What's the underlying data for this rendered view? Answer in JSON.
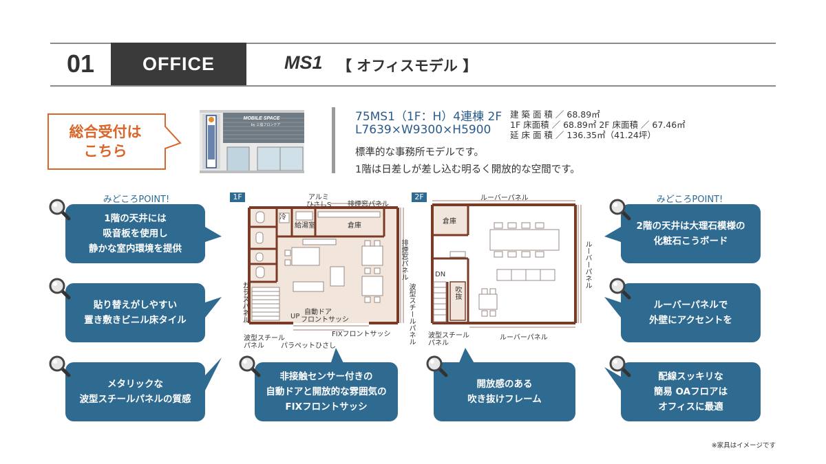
{
  "header": {
    "number": "01",
    "category": "OFFICE",
    "model": "MS1",
    "model_sub": "【 オフィスモデル 】"
  },
  "reception": {
    "line1": "総合受付は",
    "line2": "こちら",
    "sign_text": "MOBILE SPACE",
    "sign_sub": "by 三協フロンテア"
  },
  "spec": {
    "line1": "75MS1（1F：H）4連棟 2F",
    "line2": "L7639×W9300×H5900",
    "areas": [
      "建 築 面 積 ／ 68.89㎡",
      "1F 床面積 ／ 68.89㎡  2F 床面積 ／ 67.46㎡",
      "延 床 面 積 ／ 136.35㎡（41.24坪）"
    ],
    "desc1": "標準的な事務所モデルです。",
    "desc2": "1階は日差しが差し込む明るく開放的な空間です。"
  },
  "points": {
    "left_label": "みどころPOINT!",
    "right_label": "みどころPOINT!",
    "left": [
      [
        "1階の天井には",
        "吸音板を使用し",
        "静かな室内環境を提供"
      ],
      [
        "貼り替えがしやすい",
        "置き敷きビニル床タイル"
      ],
      [
        "メタリックな",
        "波型スチールパネルの質感"
      ]
    ],
    "right": [
      [
        "2階の天井は大理石模様の",
        "化粧石こうボード"
      ],
      [
        "ルーバーパネルで",
        "外壁にアクセントを"
      ],
      [
        "配線スッキリな",
        "簡易 OAフロアは",
        "オフィスに最適"
      ]
    ],
    "center": [
      [
        "非接触センサー付きの",
        "自動ドアと開放的な雰囲気の",
        "FIXフロントサッシ"
      ],
      [
        "開放感のある",
        "吹き抜けフレーム"
      ]
    ]
  },
  "plan1f": {
    "tag": "1F",
    "labels": {
      "alumi": "アルミ",
      "hisashi": "ひさしS",
      "haien_top": "排煙窓パネル",
      "reizo": "冷",
      "kyuto": "給湯室",
      "soko": "倉庫",
      "haien_side": "排煙窓パネル",
      "steel_side": "波型スチールパネル",
      "glass": "ガラスパネル",
      "up": "UP",
      "door1": "自動ドア",
      "door2": "フロントサッシ",
      "fix": "FIXフロントサッシ",
      "wave1": "波型スチール",
      "wave2": "パネル",
      "parapet": "パラペットひさし"
    }
  },
  "plan2f": {
    "tag": "2F",
    "labels": {
      "louver_top": "ルーバーパネル",
      "soko": "倉庫",
      "louver_side": "ルーバーパネル",
      "dn": "DN",
      "fukinuke": "吹抜",
      "wave1": "波型スチール",
      "wave2": "パネル",
      "louver_bottom": "ルーバーパネル"
    }
  },
  "note": "※家具はイメージです",
  "colors": {
    "accent_blue": "#2f6a90",
    "reception_orange": "#d9652a",
    "wall_brown": "#7a3b26",
    "floor_beige": "#f2e6dc",
    "header_dark": "#3a3a3a"
  }
}
